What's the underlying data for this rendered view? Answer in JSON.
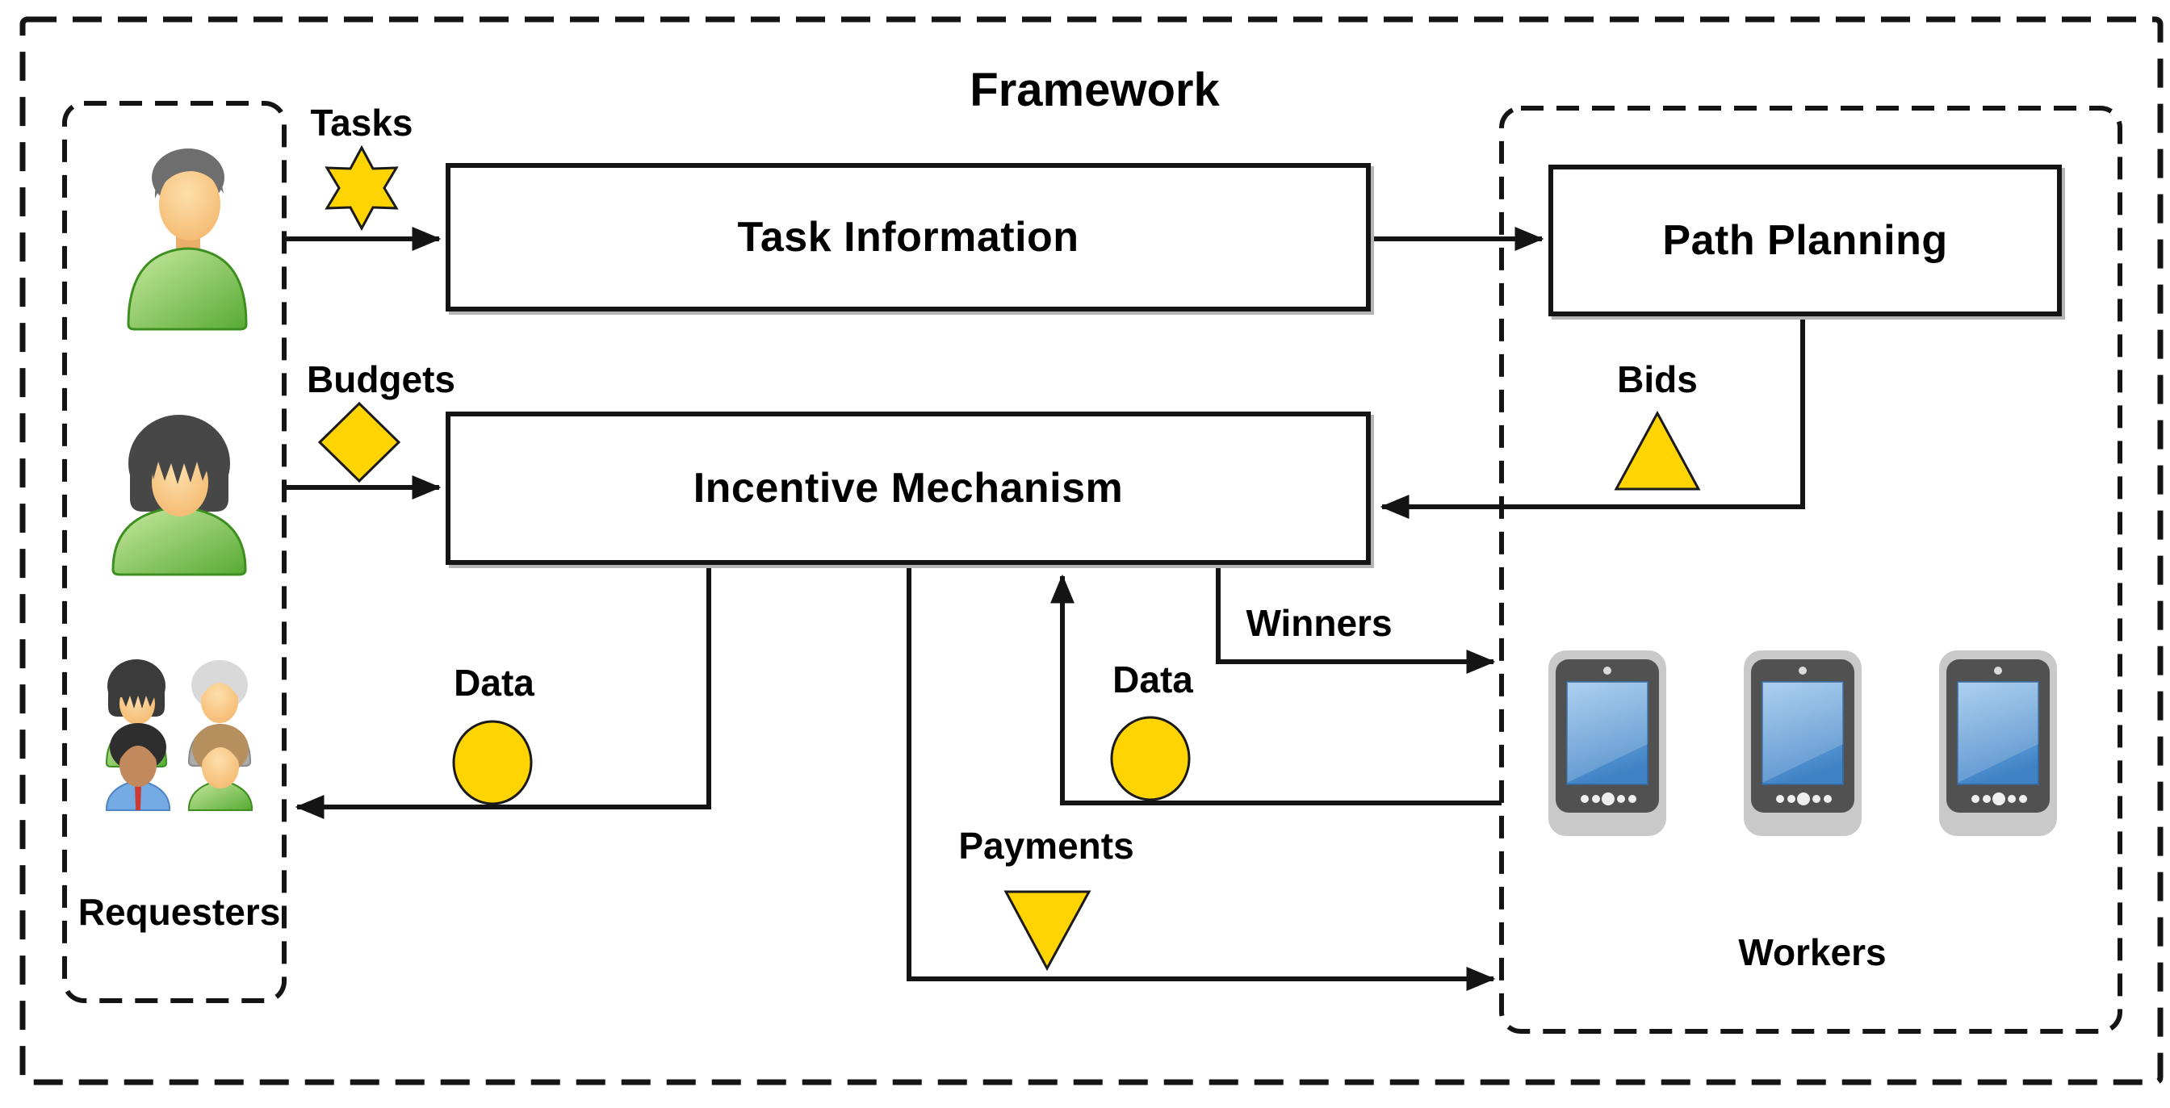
{
  "title": "Framework",
  "boxes": {
    "task_information": {
      "label": "Task Information"
    },
    "incentive_mechanism": {
      "label": "Incentive Mechanism"
    },
    "path_planning": {
      "label": "Path Planning"
    }
  },
  "zones": {
    "requesters": {
      "label": "Requesters",
      "member_icons": [
        "person-man",
        "person-woman",
        "people-group"
      ]
    },
    "workers": {
      "label": "Workers",
      "device_icon": "smartphone",
      "device_count": 3
    }
  },
  "flow_labels": {
    "tasks": "Tasks",
    "budgets": "Budgets",
    "bids": "Bids",
    "winners": "Winners",
    "data_to_requesters": "Data",
    "data_from_workers": "Data",
    "payments": "Payments"
  },
  "icons": {
    "tasks": "six-pointed-star",
    "budgets": "diamond",
    "bids": "triangle-up",
    "data": "circle",
    "payments": "triangle-down"
  },
  "colors": {
    "accent_yellow": "#FFD400",
    "line_black": "#141414",
    "shirt_green": "#6CB83F",
    "screen_blue": "#4E97D6",
    "phone_gray": "#C9C9C9",
    "background": "#FFFFFF"
  }
}
